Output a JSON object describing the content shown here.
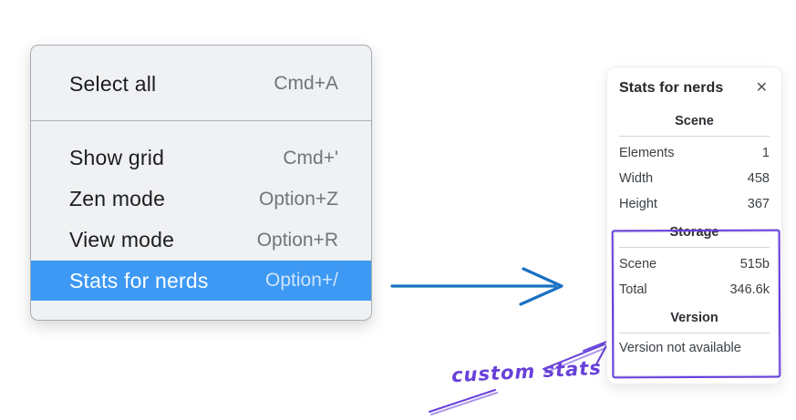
{
  "context_menu": {
    "highlight_color": "#3d99f4",
    "items": [
      {
        "label": "Select all",
        "shortcut": "Cmd+A",
        "selected": false
      },
      {
        "label": "Show grid",
        "shortcut": "Cmd+'",
        "selected": false
      },
      {
        "label": "Zen mode",
        "shortcut": "Option+Z",
        "selected": false
      },
      {
        "label": "View mode",
        "shortcut": "Option+R",
        "selected": false
      },
      {
        "label": "Stats for nerds",
        "shortcut": "Option+/",
        "selected": true
      }
    ]
  },
  "stats_panel": {
    "title": "Stats for nerds",
    "close_icon": "✕",
    "sections": [
      {
        "heading": "Scene",
        "rows": [
          {
            "label": "Elements",
            "value": "1"
          },
          {
            "label": "Width",
            "value": "458"
          },
          {
            "label": "Height",
            "value": "367"
          }
        ]
      },
      {
        "heading": "Storage",
        "rows": [
          {
            "label": "Scene",
            "value": "515b"
          },
          {
            "label": "Total",
            "value": "346.6k"
          }
        ]
      },
      {
        "heading": "Version",
        "note": "Version not available"
      }
    ]
  },
  "annotation": {
    "label": "custom stats",
    "color": "#6741d9"
  },
  "arrow": {
    "color": "#1971c2"
  }
}
